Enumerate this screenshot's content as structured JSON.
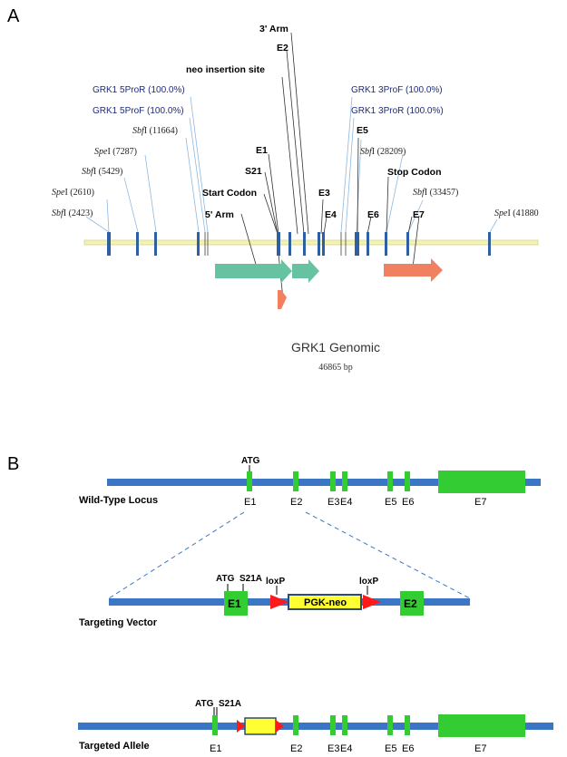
{
  "panel_a": {
    "letter": "A",
    "title": "GRK1 Genomic",
    "subtitle": "46865 bp",
    "labels": {
      "three_arm": "3' Arm",
      "e2": "E2",
      "neo_site": "neo insertion site",
      "p5pror": "GRK1 5ProR (100.0%)",
      "p5prof": "GRK1 5ProF (100.0%)",
      "p3prof": "GRK1 3ProF (100.0%)",
      "p3pror": "GRK1 3ProR (100.0%)",
      "e1": "E1",
      "s21": "S21",
      "start_codon": "Start Codon",
      "five_arm": "5' Arm",
      "e3": "E3",
      "e4": "E4",
      "e5": "E5",
      "e6": "E6",
      "e7": "E7",
      "stop_codon": "Stop Codon"
    },
    "sites": {
      "sbf_11664": {
        "enzyme": "Sbf",
        "suffix": "I (11664)"
      },
      "spe_7287": {
        "enzyme": "Spe",
        "suffix": "I (7287)"
      },
      "sbf_5429": {
        "enzyme": "Sbf",
        "suffix": "I (5429)"
      },
      "spe_2610": {
        "enzyme": "Spe",
        "suffix": "I (2610)"
      },
      "sbf_2423": {
        "enzyme": "Sbf",
        "suffix": "I (2423)"
      },
      "sbf_28209": {
        "enzyme": "Sbf",
        "suffix": "I (28209)"
      },
      "sbf_33457": {
        "enzyme": "Sbf",
        "suffix": "I (33457)"
      },
      "spe_41880": {
        "enzyme": "Spe",
        "suffix": "I (41880"
      }
    },
    "colors": {
      "backbone": "#f5f2b0",
      "exon": "#2e5fa3",
      "arm": "#66c2a0",
      "stop_arrow": "#f08060",
      "blue_text": "#1f2a7a"
    }
  },
  "panel_b": {
    "letter": "B",
    "wild_type": {
      "name": "Wild-Type Locus",
      "atg": "ATG",
      "exons": [
        "E1",
        "E2",
        "E3",
        "E4",
        "E5",
        "E6",
        "E7"
      ]
    },
    "targeting_vector": {
      "name": "Targeting Vector",
      "atg": "ATG",
      "s21a": "S21A",
      "loxp_left": "loxP",
      "loxp_right": "loxP",
      "cassette": "PGK-neo",
      "e1": "E1",
      "e2": "E2"
    },
    "targeted_allele": {
      "name": "Targeted Allele",
      "atg": "ATG",
      "s21a": "S21A",
      "exons": [
        "E1",
        "E2",
        "E3",
        "E4",
        "E5",
        "E6",
        "E7"
      ]
    },
    "colors": {
      "backbone": "#3a76c4",
      "exon": "#33cc33",
      "cassette": "#ffff33",
      "loxp": "#ff1a1a",
      "dashed": "#3a76c4"
    }
  }
}
